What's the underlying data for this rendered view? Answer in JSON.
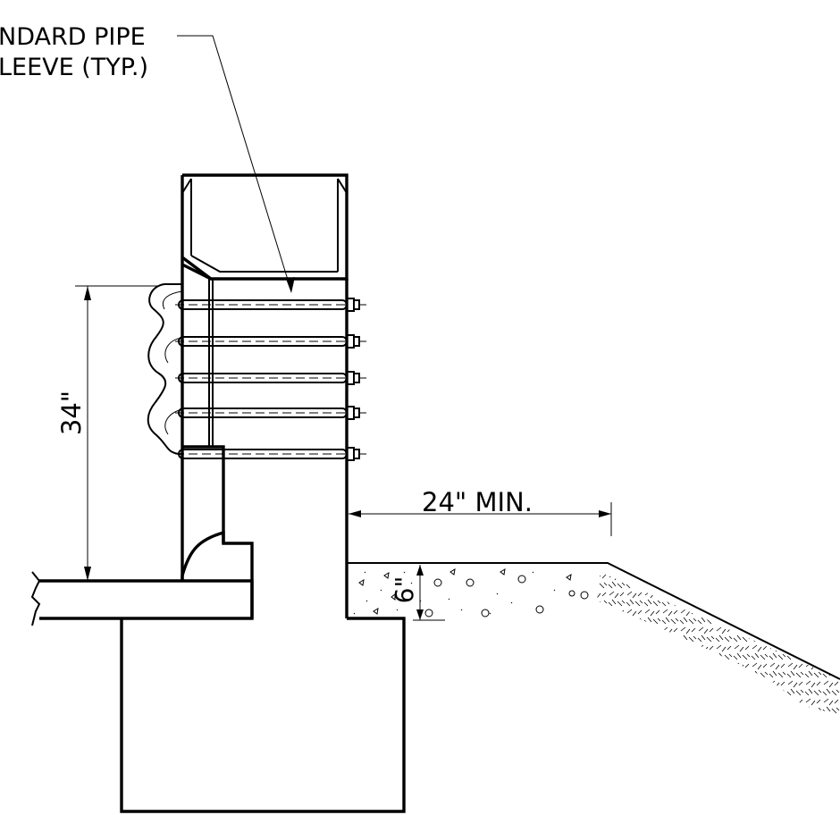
{
  "callout": {
    "line1": "NDARD PIPE",
    "line2": "LEEVE  (TYP.)"
  },
  "dimensions": {
    "height": "34\"",
    "offset": "24\" MIN.",
    "thickness": "6\""
  }
}
